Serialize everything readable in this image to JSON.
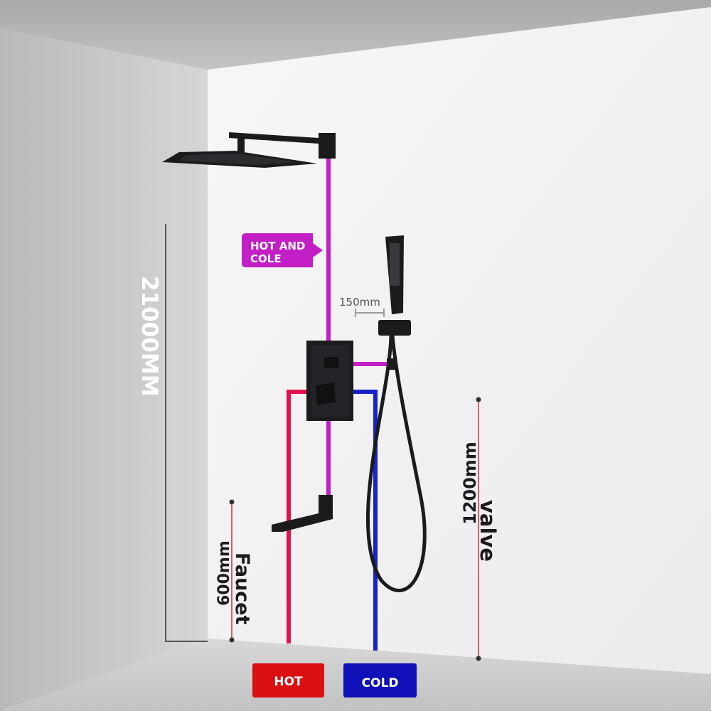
{
  "labels": {
    "hot_and_cold": [
      "HOT AND",
      "COLE"
    ],
    "spacing": "150mm",
    "total_height": "21000MM",
    "valve_height": "1200mm",
    "valve_name": "valve",
    "faucet_height": "600mm",
    "faucet_name": "Faucet",
    "hot": "HOT",
    "cold": "COLD"
  },
  "colors": {
    "mixed_pipe": "#c21fc6",
    "hot_pipe": "#e0124e",
    "cold_pipe": "#1a22c8",
    "hot_badge": "#d90f12",
    "cold_badge": "#1010b8",
    "fixture": "#1b1b1d",
    "wall": "#f4f4f4",
    "side_wall": "#cfcfcf"
  }
}
